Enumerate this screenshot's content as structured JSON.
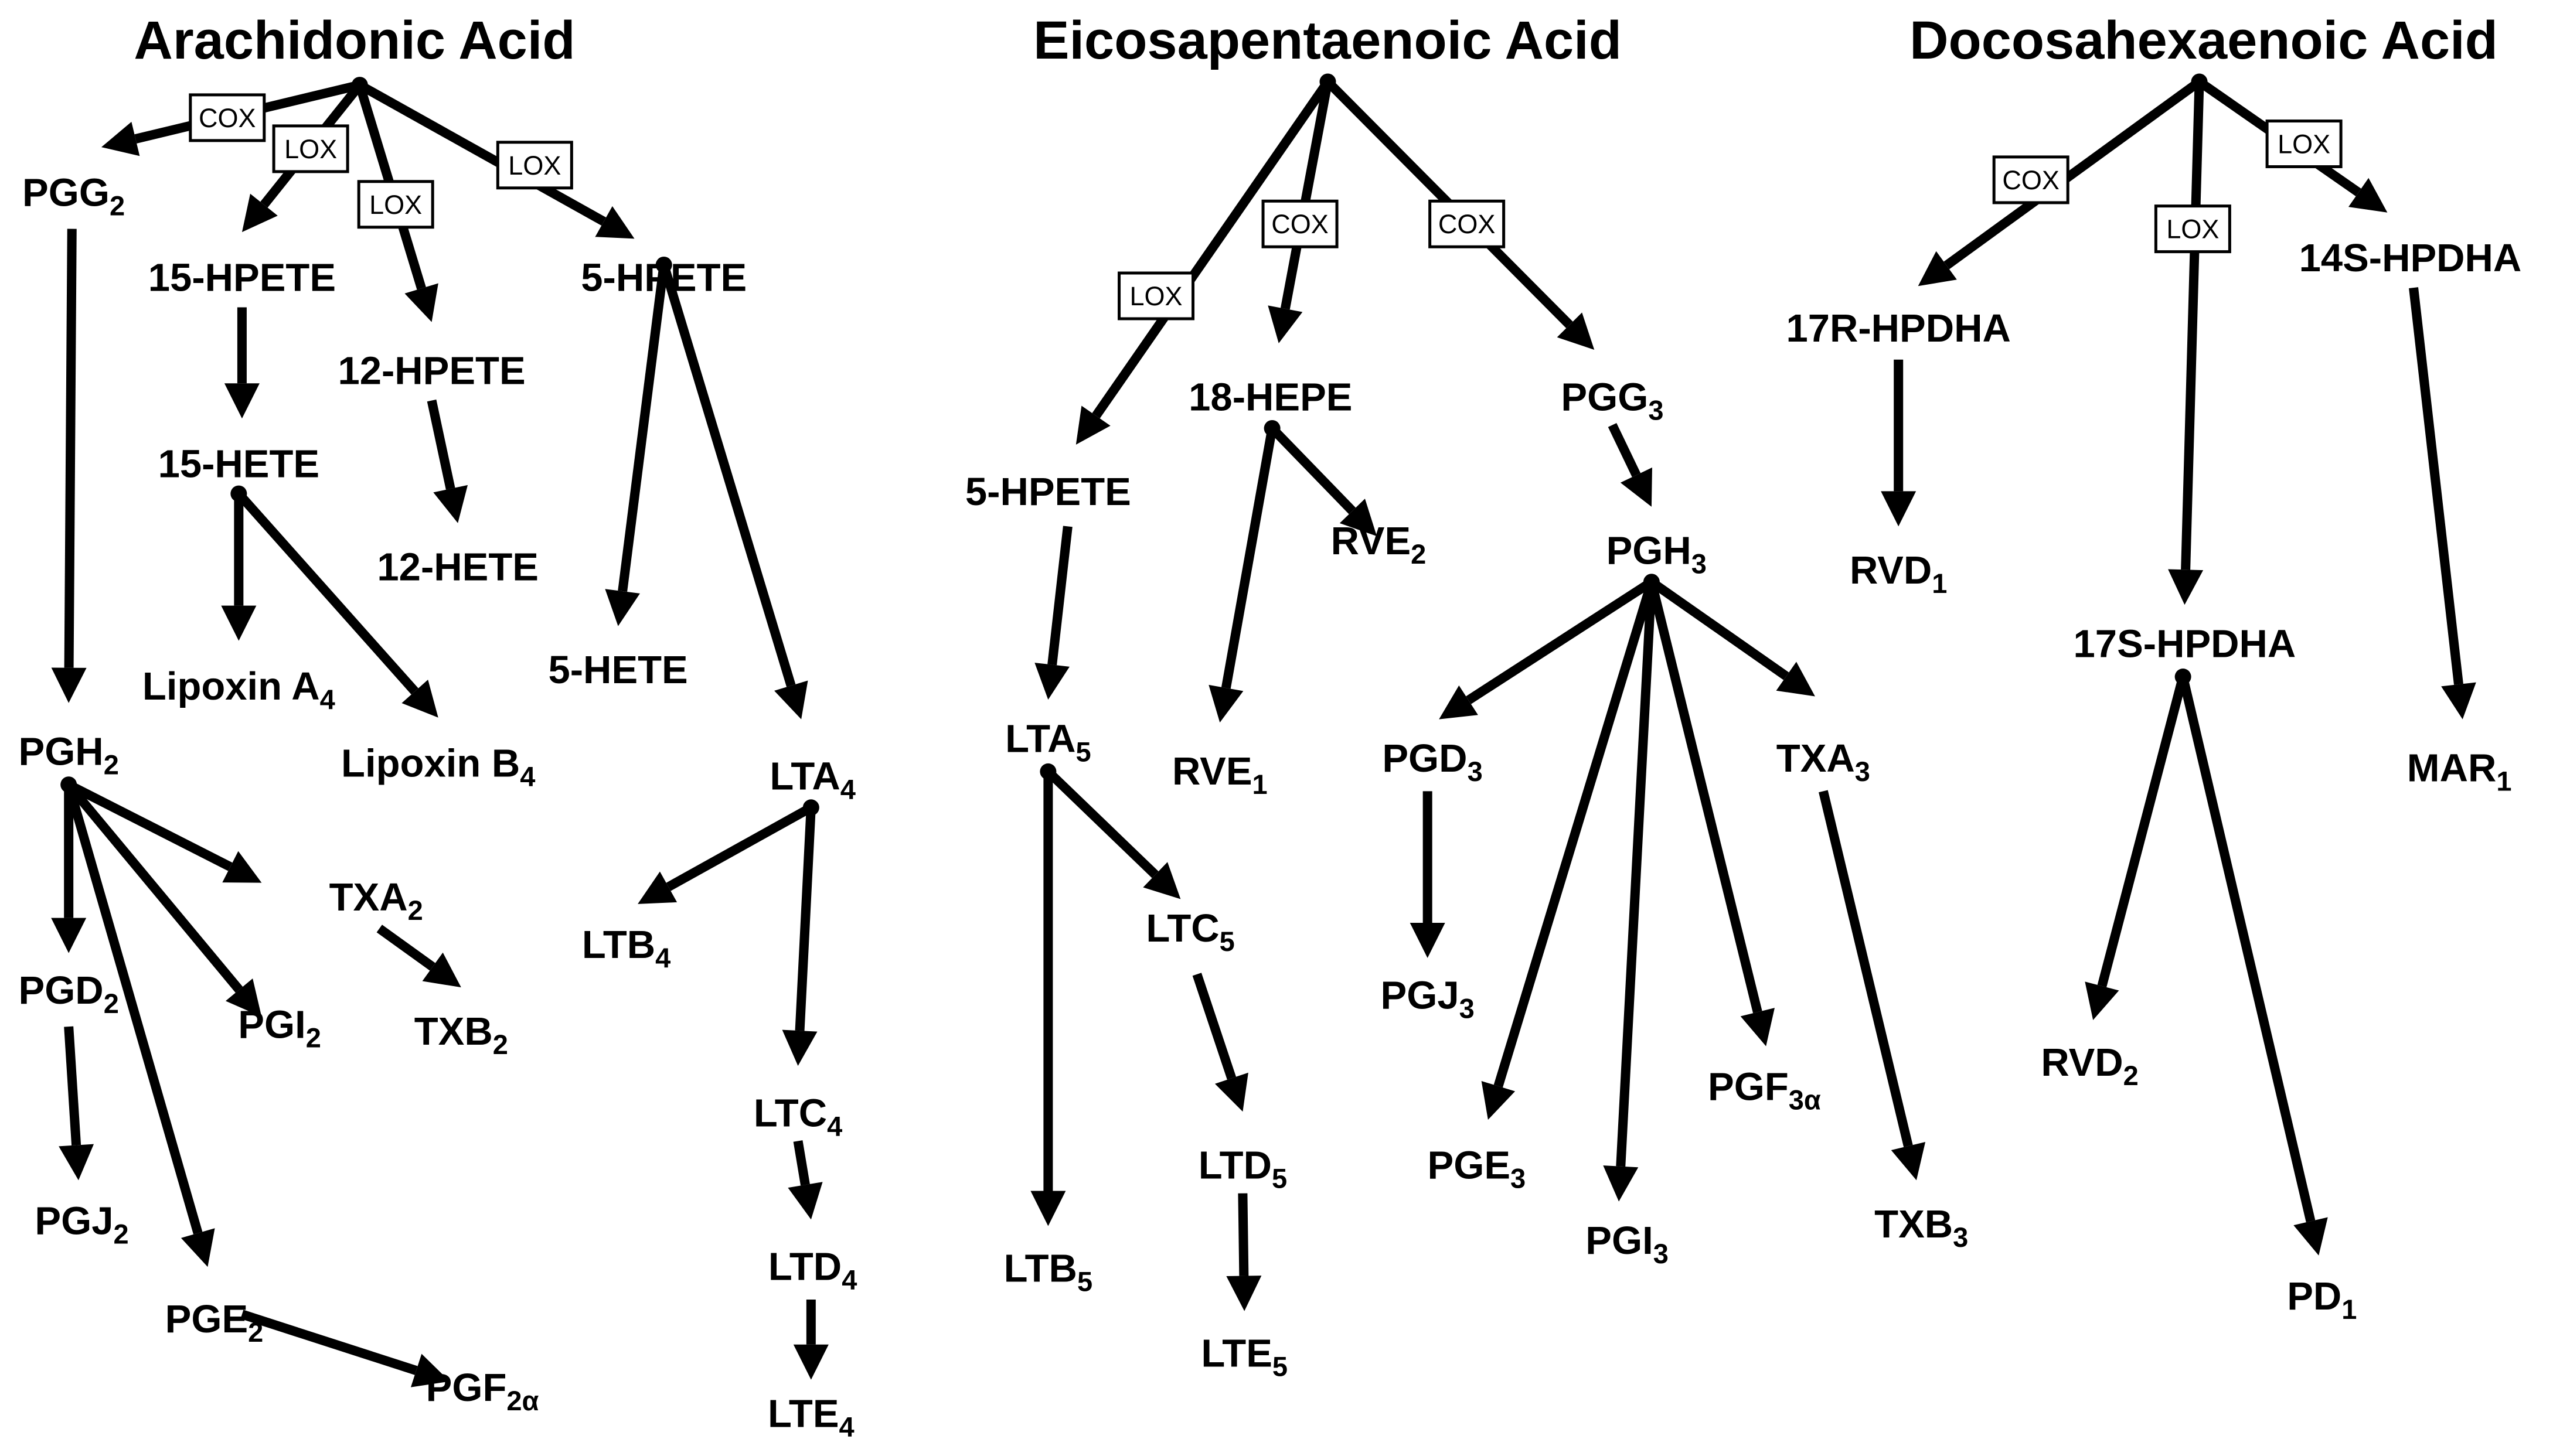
{
  "titles": {
    "arachidonic": "Arachidonic Acid",
    "eicosapentaenoic": "Eicosapentaenoic Acid",
    "docosahexaenoic": "Docosahexaenoic Acid"
  },
  "enzymes": {
    "cox": "COX",
    "lox": "LOX"
  },
  "nodes": {
    "aa_pgg2": {
      "main": "PGG",
      "sub": "2"
    },
    "aa_15hpete": {
      "main": "15-HPETE"
    },
    "aa_12hpete": {
      "main": "12-HPETE"
    },
    "aa_5hpete": {
      "main": "5-HPETE"
    },
    "aa_15hete": {
      "main": "15-HETE"
    },
    "aa_12hete": {
      "main": "12-HETE"
    },
    "aa_5hete": {
      "main": "5-HETE"
    },
    "aa_lipoxin_a4": {
      "main": "Lipoxin A",
      "sub": "4"
    },
    "aa_lipoxin_b4": {
      "main": "Lipoxin B",
      "sub": "4"
    },
    "aa_pgh2": {
      "main": "PGH",
      "sub": "2"
    },
    "aa_lta4": {
      "main": "LTA",
      "sub": "4"
    },
    "aa_txa2": {
      "main": "TXA",
      "sub": "2"
    },
    "aa_pgd2": {
      "main": "PGD",
      "sub": "2"
    },
    "aa_pgi2": {
      "main": "PGI",
      "sub": "2"
    },
    "aa_txb2": {
      "main": "TXB",
      "sub": "2"
    },
    "aa_ltb4": {
      "main": "LTB",
      "sub": "4"
    },
    "aa_pgj2": {
      "main": "PGJ",
      "sub": "2"
    },
    "aa_pge2": {
      "main": "PGE",
      "sub": "2"
    },
    "aa_pgf2a": {
      "main": "PGF",
      "sub": "2α"
    },
    "aa_ltc4": {
      "main": "LTC",
      "sub": "4"
    },
    "aa_ltd4": {
      "main": "LTD",
      "sub": "4"
    },
    "aa_lte4": {
      "main": "LTE",
      "sub": "4"
    },
    "epa_5hpete": {
      "main": "5-HPETE"
    },
    "epa_18hepe": {
      "main": "18-HEPE"
    },
    "epa_pgg3": {
      "main": "PGG",
      "sub": "3"
    },
    "epa_rve2": {
      "main": "RVE",
      "sub": "2"
    },
    "epa_pgh3": {
      "main": "PGH",
      "sub": "3"
    },
    "epa_lta5": {
      "main": "LTA",
      "sub": "5"
    },
    "epa_rve1": {
      "main": "RVE",
      "sub": "1"
    },
    "epa_pgd3": {
      "main": "PGD",
      "sub": "3"
    },
    "epa_txa3": {
      "main": "TXA",
      "sub": "3"
    },
    "epa_ltc5": {
      "main": "LTC",
      "sub": "5"
    },
    "epa_pgj3": {
      "main": "PGJ",
      "sub": "3"
    },
    "epa_pgf3a": {
      "main": "PGF",
      "sub": "3α"
    },
    "epa_ltd5": {
      "main": "LTD",
      "sub": "5"
    },
    "epa_pge3": {
      "main": "PGE",
      "sub": "3"
    },
    "epa_txb3": {
      "main": "TXB",
      "sub": "3"
    },
    "epa_pgi3": {
      "main": "PGI",
      "sub": "3"
    },
    "epa_ltb5": {
      "main": "LTB",
      "sub": "5"
    },
    "epa_lte5": {
      "main": "LTE",
      "sub": "5"
    },
    "dha_14shpdha": {
      "main": "14S-HPDHA"
    },
    "dha_17rhpdha": {
      "main": "17R-HPDHA"
    },
    "dha_rvd1": {
      "main": "RVD",
      "sub": "1"
    },
    "dha_17shpdha": {
      "main": "17S-HPDHA"
    },
    "dha_mar1": {
      "main": "MAR",
      "sub": "1"
    },
    "dha_rvd2": {
      "main": "RVD",
      "sub": "2"
    },
    "dha_pd1": {
      "main": "PD",
      "sub": "1"
    }
  }
}
